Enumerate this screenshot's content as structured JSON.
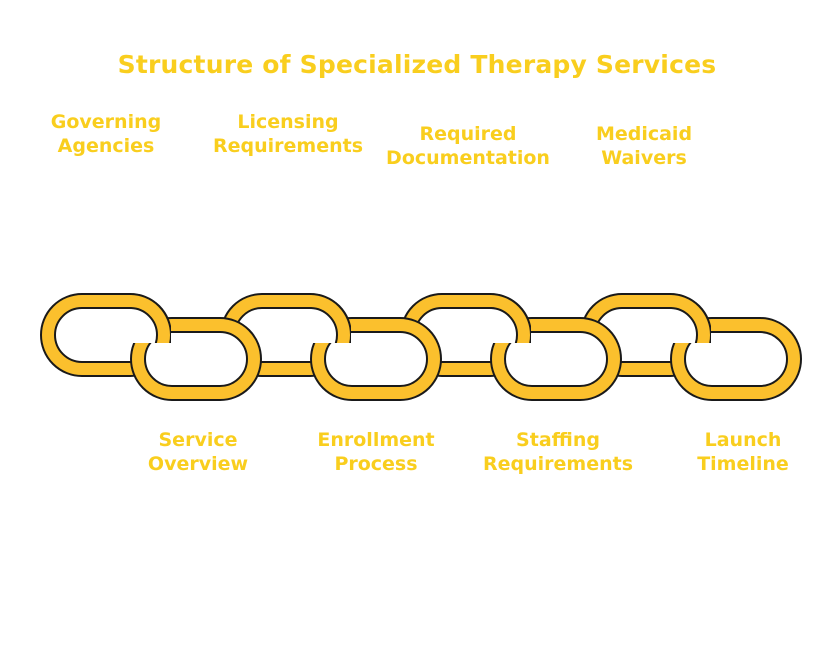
{
  "title": "Structure of Specialized Therapy Services",
  "colors": {
    "link_fill": "#FBC02D",
    "link_stroke": "#1A1A1A",
    "text": "#F9CE1E",
    "background": "#FFFFFF"
  },
  "top_labels": [
    {
      "line1": "Governing",
      "line2": "Agencies"
    },
    {
      "line1": "Licensing",
      "line2": "Requirements"
    },
    {
      "line1": "Required",
      "line2": "Documentation"
    },
    {
      "line1": "Medicaid",
      "line2": "Waivers"
    }
  ],
  "bottom_labels": [
    {
      "line1": "Service",
      "line2": "Overview"
    },
    {
      "line1": "Enrollment",
      "line2": "Process"
    },
    {
      "line1": "Staffing",
      "line2": "Requirements"
    },
    {
      "line1": "Launch",
      "line2": "Timeline"
    }
  ]
}
